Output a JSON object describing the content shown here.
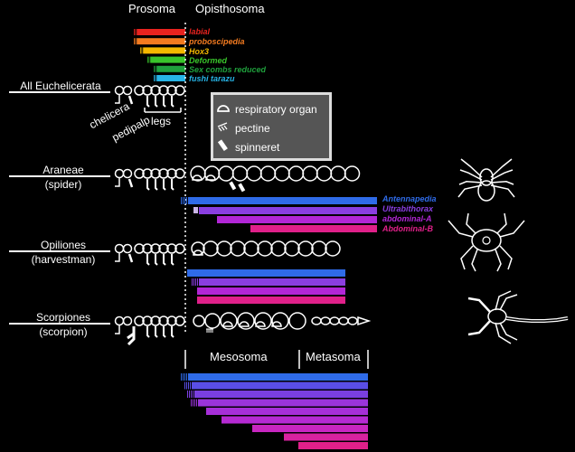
{
  "headers": {
    "prosoma": "Prosoma",
    "opisthosoma": "Opisthosoma"
  },
  "anterior_genes": [
    {
      "name": "labial",
      "color": "#e8231f"
    },
    {
      "name": "proboscipedia",
      "color": "#f47b20"
    },
    {
      "name": "Hox3",
      "color": "#f5b800"
    },
    {
      "name": "Deformed",
      "color": "#39c42b"
    },
    {
      "name": "Sex combs reduced",
      "color": "#1fa03c"
    },
    {
      "name": "fushi tarazu",
      "color": "#27b4e6"
    }
  ],
  "posterior_genes": [
    {
      "name": "Antennapedia",
      "color": "#2f6be8"
    },
    {
      "name": "Ultrabithorax",
      "color": "#8a3ee0"
    },
    {
      "name": "abdominal-A",
      "color": "#b226d6"
    },
    {
      "name": "Abdominal-B",
      "color": "#e0208a"
    }
  ],
  "groups": {
    "all": "All Euchelicerata",
    "araneae": "Araneae",
    "araneae_common": "(spider)",
    "opiliones": "Opiliones",
    "opiliones_common": "(harvestman)",
    "scorpiones": "Scorpiones",
    "scorpiones_common": "(scorpion)"
  },
  "appendages": {
    "chelicera": "chelicera",
    "pedipalp": "pedipalp",
    "legs": "legs"
  },
  "legend": {
    "respiratory": "respiratory organ",
    "pectine": "pectine",
    "spinneret": "spinneret"
  },
  "scorpion_regions": {
    "mesosoma": "Mesosoma",
    "metasoma": "Metasoma"
  },
  "icons": [
    "respiratory-organ-icon",
    "pectine-icon",
    "spinneret-icon",
    "spider-icon",
    "harvestman-icon",
    "scorpion-icon"
  ]
}
